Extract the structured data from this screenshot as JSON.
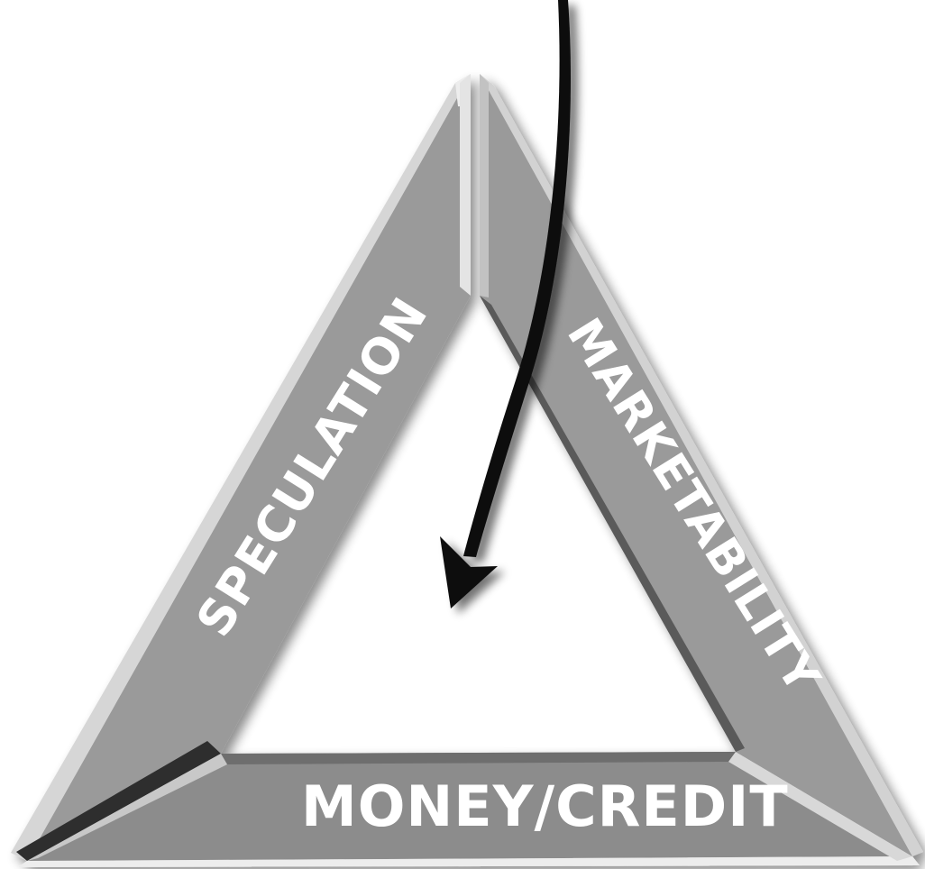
{
  "diagram": {
    "sides": {
      "left": "SPECULATION",
      "right": "MARKETABILITY",
      "bottom": "MONEY/CREDIT"
    }
  },
  "colors": {
    "face": "#9a9a9a",
    "highlight": "#ededed",
    "light_bevel": "#c4c4c4",
    "shadow": "#3a3a3a",
    "dark_bevel": "#6e6e6e",
    "arrow": "#0b0b0b",
    "label": "#ffffff"
  }
}
